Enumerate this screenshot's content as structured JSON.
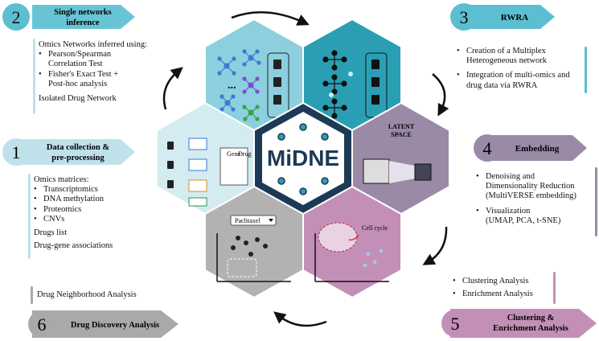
{
  "title": {
    "logo_text": "MiDNE"
  },
  "colors": {
    "teal": "#5bbfd1",
    "teal_dark": "#2a9fb4",
    "purple": "#9a8aa6",
    "lightblue": "#bfe1ea",
    "gray": "#a9a9a9",
    "pink": "#c48fb6",
    "hub_dark": "#1d3a55",
    "tab_bg": "#d7eef3"
  },
  "steps": [
    {
      "number": "1",
      "title_lines": [
        "Data collection &",
        "pre-processing"
      ]
    },
    {
      "number": "2",
      "title_lines": [
        "Single networks",
        "inference"
      ]
    },
    {
      "number": "3",
      "title_lines": [
        "RWRA"
      ]
    },
    {
      "number": "4",
      "title_lines": [
        "Embedding"
      ]
    },
    {
      "number": "5",
      "title_lines": [
        "Clustering &",
        "Enrichment Analysis"
      ]
    },
    {
      "number": "6",
      "title_lines": [
        "Drug Discovery Analysis"
      ]
    }
  ],
  "step1_text": {
    "heading": "Omics matrices:",
    "items": [
      "Transcriptomics",
      "DNA methylation",
      "Proteomics",
      "CNVs"
    ],
    "extra": [
      "Drugs list",
      "Drug-gene associations"
    ]
  },
  "step2_text": {
    "heading": "Omics Networks inferred using:",
    "items": [
      {
        "lines": [
          "Pearson/Spearman",
          "Correlation Test"
        ]
      },
      {
        "lines": [
          "Fisher's Exact Test +",
          "Post-hoc analysis"
        ]
      }
    ],
    "extra": "Isolated Drug Network"
  },
  "step3_text": {
    "items": [
      {
        "lines": [
          "Creation of a Multiplex",
          "Heterogeneous network"
        ]
      },
      {
        "lines": [
          "Integration of multi-omics and",
          "drug data via RWRA"
        ]
      }
    ]
  },
  "step4_text": {
    "items": [
      {
        "lines": [
          "Denoising and",
          "Dimensionality Reduction",
          "(MultiVERSE embedding)"
        ]
      },
      {
        "lines": [
          "Visualization",
          "(UMAP, PCA, t-SNE)"
        ]
      }
    ]
  },
  "step5_text": {
    "items": [
      "Clustering Analysis",
      "Enrichment Analysis"
    ]
  },
  "step6_text": {
    "label": "Drug Neighborhood Analysis"
  },
  "hex_labels": {
    "gene": "Gene",
    "drug": "Drug",
    "latent": [
      "LATENT",
      "SPACE"
    ],
    "cell_cycle": "Cell cycle",
    "paclitaxel": "Paclitaxel",
    "ellipsis": "..."
  }
}
